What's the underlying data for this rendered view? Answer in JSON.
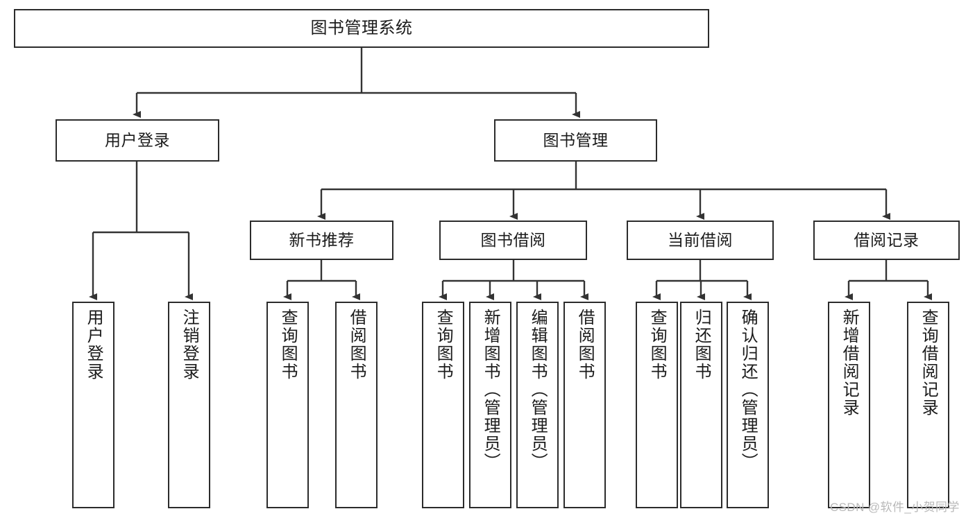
{
  "diagram": {
    "type": "tree-hierarchy",
    "title": "图书管理系统",
    "watermark": "CSDN @软件_小贺同学",
    "colors": {
      "box_border": "#2b2b2b",
      "box_fill": "#ffffff",
      "connector": "#333333",
      "text": "#1b1b1b",
      "watermark": "#b9b9b9",
      "background": "#ffffff"
    },
    "nodes": {
      "root": {
        "label": "图书管理系统"
      },
      "level2": [
        {
          "id": "user-login",
          "label": "用户登录"
        },
        {
          "id": "book-management",
          "label": "图书管理"
        }
      ],
      "level3": [
        {
          "id": "new-book-recommend",
          "label": "新书推荐"
        },
        {
          "id": "book-borrow",
          "label": "图书借阅"
        },
        {
          "id": "current-borrow",
          "label": "当前借阅"
        },
        {
          "id": "borrow-record",
          "label": "借阅记录"
        }
      ],
      "leaves": {
        "user_login": [
          {
            "id": "leaf-user-login",
            "label": "用户登录"
          },
          {
            "id": "leaf-logout-login",
            "label": "注销登录"
          }
        ],
        "new_book_recommend": [
          {
            "id": "leaf-query-book-1",
            "label": "查询图书"
          },
          {
            "id": "leaf-borrow-book-1",
            "label": "借阅图书"
          }
        ],
        "book_borrow": [
          {
            "id": "leaf-query-book-2",
            "label": "查询图书"
          },
          {
            "id": "leaf-add-book",
            "label": "新增图书（管理员）"
          },
          {
            "id": "leaf-edit-book",
            "label": "编辑图书（管理员）"
          },
          {
            "id": "leaf-borrow-book-2",
            "label": "借阅图书"
          }
        ],
        "current_borrow": [
          {
            "id": "leaf-query-book-3",
            "label": "查询图书"
          },
          {
            "id": "leaf-return-book",
            "label": "归还图书"
          },
          {
            "id": "leaf-confirm-return",
            "label": "确认归还（管理员）"
          }
        ],
        "borrow_record": [
          {
            "id": "leaf-add-record",
            "label": "新增借阅记录"
          },
          {
            "id": "leaf-query-record",
            "label": "查询借阅记录"
          }
        ]
      }
    }
  }
}
